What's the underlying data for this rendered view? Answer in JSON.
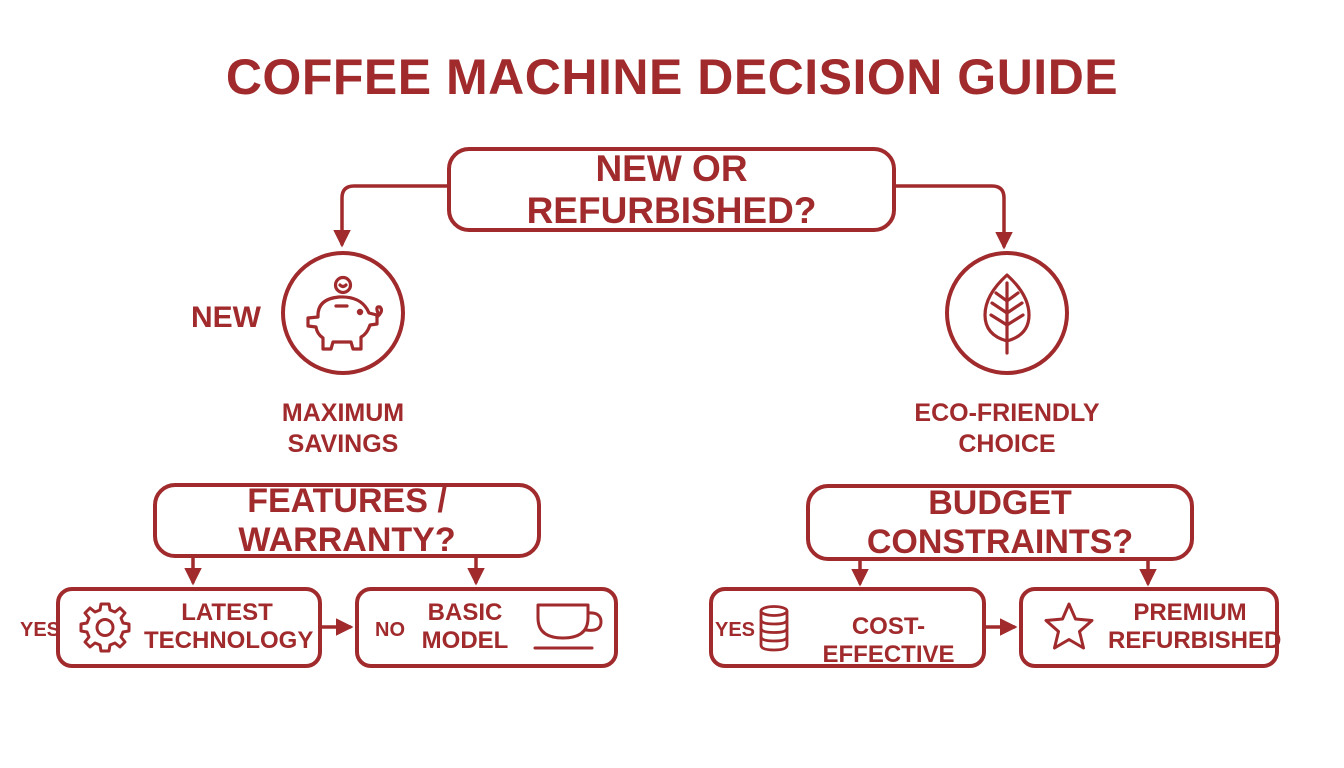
{
  "title": "COFFEE MACHINE DECISION GUIDE",
  "root_question": "NEW OR REFURBISHED?",
  "new_branch": {
    "label": "NEW",
    "icon": "piggy-bank-icon",
    "caption_line1": "MAXIMUM",
    "caption_line2": "SAVINGS",
    "question": "FEATURES / WARRANTY?",
    "yes_label": "YES",
    "yes_option": {
      "line1": "LATEST",
      "line2": "TECHNOLOGY",
      "icon": "gear-icon"
    },
    "no_label": "NO",
    "no_option": {
      "line1": "BASIC",
      "line2": "MODEL",
      "icon": "coffee-cup-icon"
    }
  },
  "refurbished_branch": {
    "icon": "leaf-icon",
    "caption_line1": "ECO-FRIENDLY",
    "caption_line2": "CHOICE",
    "question": "BUDGET CONSTRAINTS?",
    "yes_label": "YES",
    "yes_option": {
      "line1": "COST-EFFECTIVE",
      "icon": "coin-stack-icon"
    },
    "other_option": {
      "line1": "PREMIUM",
      "line2": "REFURBISHED",
      "icon": "star-icon"
    }
  },
  "colors": {
    "accent": "#a02a2c",
    "background": "#ffffff"
  }
}
